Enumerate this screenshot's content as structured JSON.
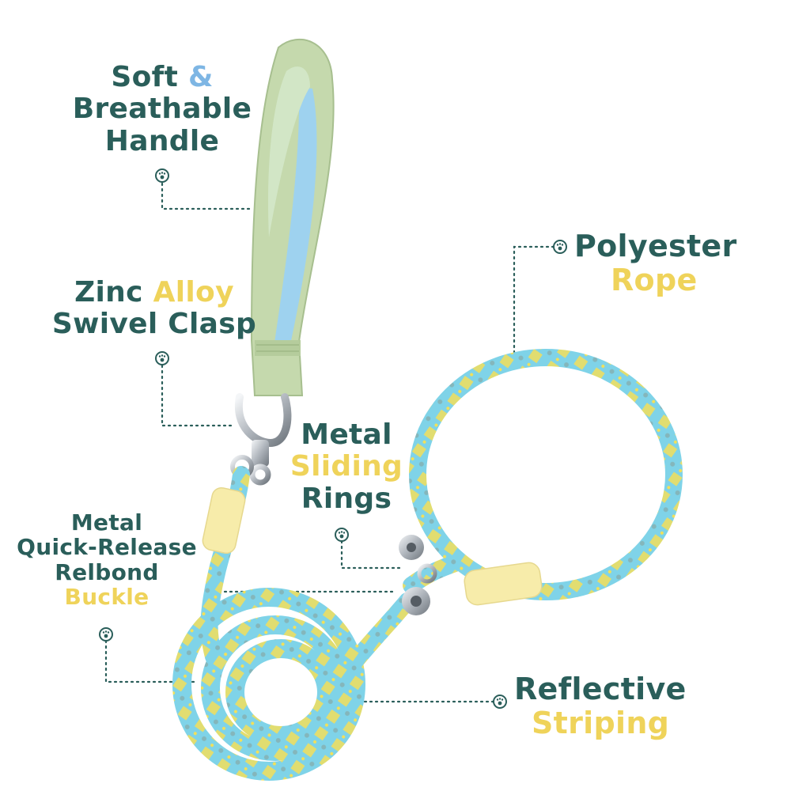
{
  "labels": {
    "handle": {
      "w1": "Soft",
      "w2": "&",
      "line2": "Breathable",
      "line3": "Handle"
    },
    "clasp": {
      "w1": "Zinc",
      "w2": "Alloy",
      "line2": "Swivel Clasp"
    },
    "rings": {
      "line1": "Metal",
      "line2": "Sliding",
      "line3": "Rings"
    },
    "buckle": {
      "line1": "Metal",
      "line2": "Quick-Release",
      "line3": "Relbond",
      "line4": "Buckle"
    },
    "rope": {
      "line1": "Polyester",
      "line2": "Rope"
    },
    "reflective": {
      "line1": "Reflective",
      "line2": "Striping"
    }
  },
  "colors": {
    "label_dark": "#2a5e5a",
    "label_yellow": "#efd35a",
    "label_blue": "#7eb6e4",
    "rope_blue": "#7fd3e8",
    "rope_yellow": "#f2e05a",
    "handle_green": "#c5d9ad",
    "handle_blue": "#9ed2ef",
    "sleeve_yellow": "#f7ecaa",
    "metal": "#c9cdd2"
  },
  "icons": [
    "paw-icon",
    "dot-marker-icon"
  ]
}
